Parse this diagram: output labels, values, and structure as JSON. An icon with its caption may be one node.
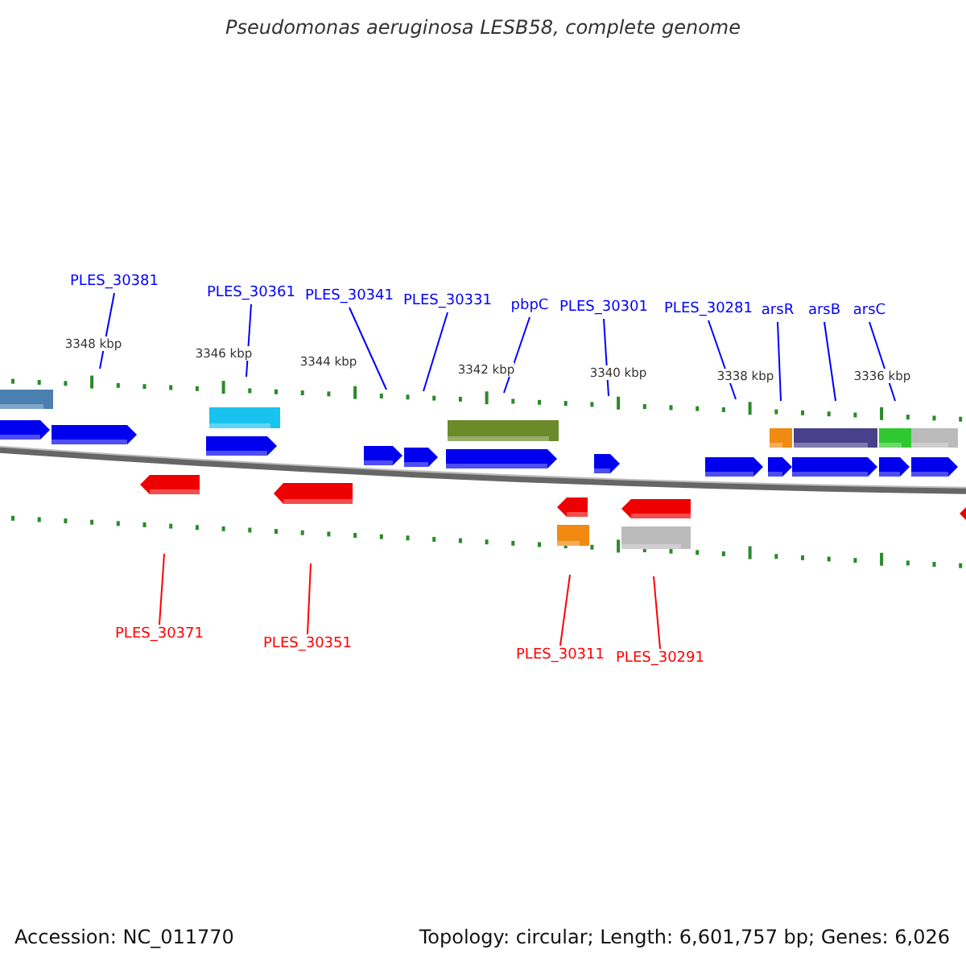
{
  "diagram": {
    "title": "Pseudomonas aeruginosa LESB58, complete genome",
    "nodes": [
      {
        "text": [
          "PLES_30381"
        ]
      },
      {
        "text": [
          "PLES_30361"
        ]
      },
      {
        "text": [
          "PLES_30341"
        ]
      },
      {
        "text": [
          "PLES_30331"
        ]
      },
      {
        "text": [
          "pbpC"
        ]
      },
      {
        "text": [
          "PLES_30301"
        ]
      },
      {
        "text": [
          "PLES_30281"
        ]
      },
      {
        "text": [
          "arsR"
        ]
      },
      {
        "text": [
          "arsB"
        ]
      },
      {
        "text": [
          "arsC"
        ]
      },
      {
        "text": [
          "PLES_30371"
        ]
      },
      {
        "text": [
          "PLES_30351"
        ]
      },
      {
        "text": [
          "PLES_30311"
        ]
      },
      {
        "text": [
          "PLES_30291"
        ]
      }
    ],
    "edges": [
      {
        "from": 0,
        "to": null,
        "arrow": "none"
      },
      {
        "from": 1,
        "to": null,
        "arrow": "none"
      },
      {
        "from": 2,
        "to": null,
        "arrow": "none"
      },
      {
        "from": 3,
        "to": null,
        "arrow": "none"
      },
      {
        "from": 4,
        "to": null,
        "arrow": "none"
      },
      {
        "from": 5,
        "to": null,
        "arrow": "none"
      },
      {
        "from": 6,
        "to": null,
        "arrow": "none"
      },
      {
        "from": 7,
        "to": null,
        "arrow": "none"
      },
      {
        "from": 8,
        "to": null,
        "arrow": "none"
      },
      {
        "from": 9,
        "to": null,
        "arrow": "none"
      },
      {
        "from": 10,
        "to": null,
        "arrow": "none",
        "color": "#ff0000"
      },
      {
        "from": 11,
        "to": null,
        "arrow": "none",
        "color": "#ff0000"
      },
      {
        "from": 12,
        "to": null,
        "arrow": "none",
        "color": "#ff0000"
      },
      {
        "from": 13,
        "to": null,
        "arrow": "none",
        "color": "#ff0000"
      }
    ],
    "labels": [
      "3348 kbp",
      "3346 kbp",
      "3344 kbp",
      "3342 kbp",
      "3340 kbp",
      "3338 kbp",
      "3336 kbp",
      "Accession: NC_011770",
      "Topology: circular; Length: 6,601,757 bp; Genes: 6,026"
    ]
  }
}
